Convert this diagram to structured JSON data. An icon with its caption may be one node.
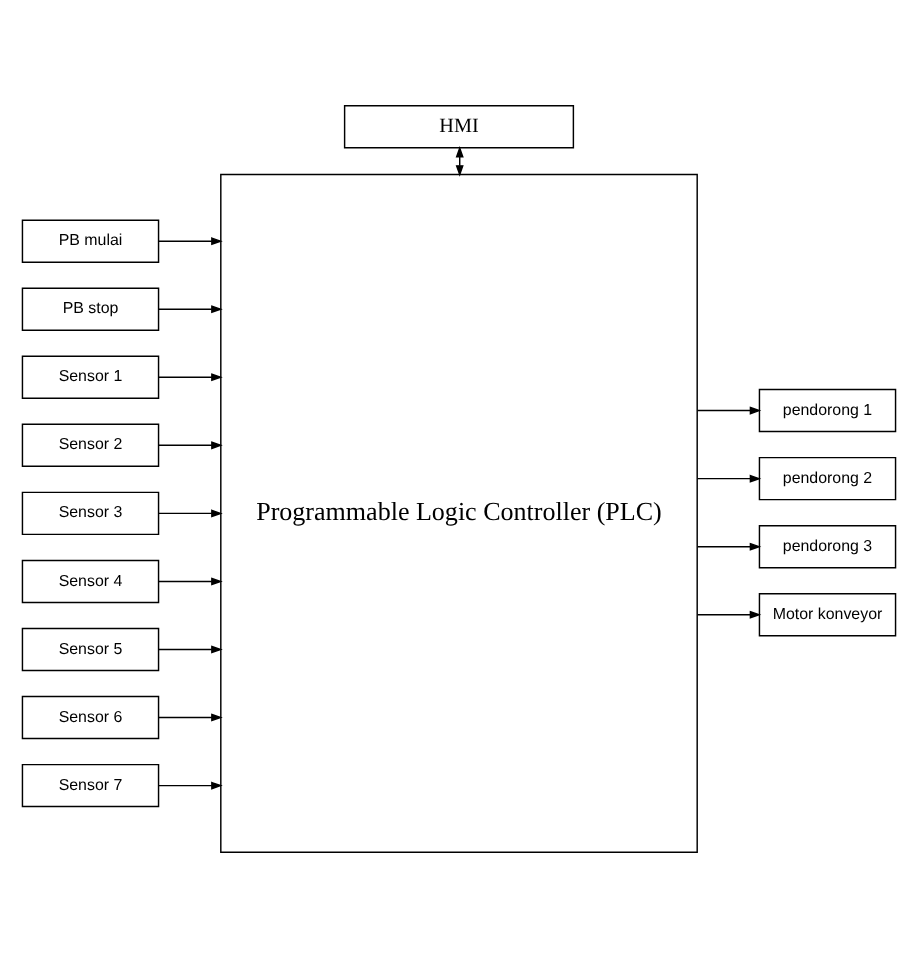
{
  "diagram": {
    "nodes": [
      {
        "text": [
          "HMI"
        ]
      },
      {
        "text": [
          "Programmable Logic Controller (PLC)"
        ]
      },
      {
        "text": [
          "PB mulai"
        ]
      },
      {
        "text": [
          "PB stop"
        ]
      },
      {
        "text": [
          "Sensor 1"
        ]
      },
      {
        "text": [
          "Sensor 2"
        ]
      },
      {
        "text": [
          "Sensor 3"
        ]
      },
      {
        "text": [
          "Sensor 4"
        ]
      },
      {
        "text": [
          "Sensor 5"
        ]
      },
      {
        "text": [
          "Sensor 6"
        ]
      },
      {
        "text": [
          "Sensor 7"
        ]
      },
      {
        "text": [
          "pendorong 1"
        ]
      },
      {
        "text": [
          "pendorong 2"
        ]
      },
      {
        "text": [
          "pendorong 3"
        ]
      },
      {
        "text": [
          "Motor konveyor"
        ]
      }
    ],
    "edges": [
      {
        "from": 0,
        "to": 1,
        "arrow": "both"
      },
      {
        "from": 2,
        "to": 1,
        "arrow": "to"
      },
      {
        "from": 3,
        "to": 1,
        "arrow": "to"
      },
      {
        "from": 4,
        "to": 1,
        "arrow": "to"
      },
      {
        "from": 5,
        "to": 1,
        "arrow": "to"
      },
      {
        "from": 6,
        "to": 1,
        "arrow": "to"
      },
      {
        "from": 7,
        "to": 1,
        "arrow": "to"
      },
      {
        "from": 8,
        "to": 1,
        "arrow": "to"
      },
      {
        "from": 9,
        "to": 1,
        "arrow": "to"
      },
      {
        "from": 10,
        "to": 1,
        "arrow": "to"
      },
      {
        "from": 1,
        "to": 11,
        "arrow": "to"
      },
      {
        "from": 1,
        "to": 12,
        "arrow": "to"
      },
      {
        "from": 1,
        "to": 13,
        "arrow": "to"
      },
      {
        "from": 1,
        "to": 14,
        "arrow": "to"
      }
    ]
  }
}
